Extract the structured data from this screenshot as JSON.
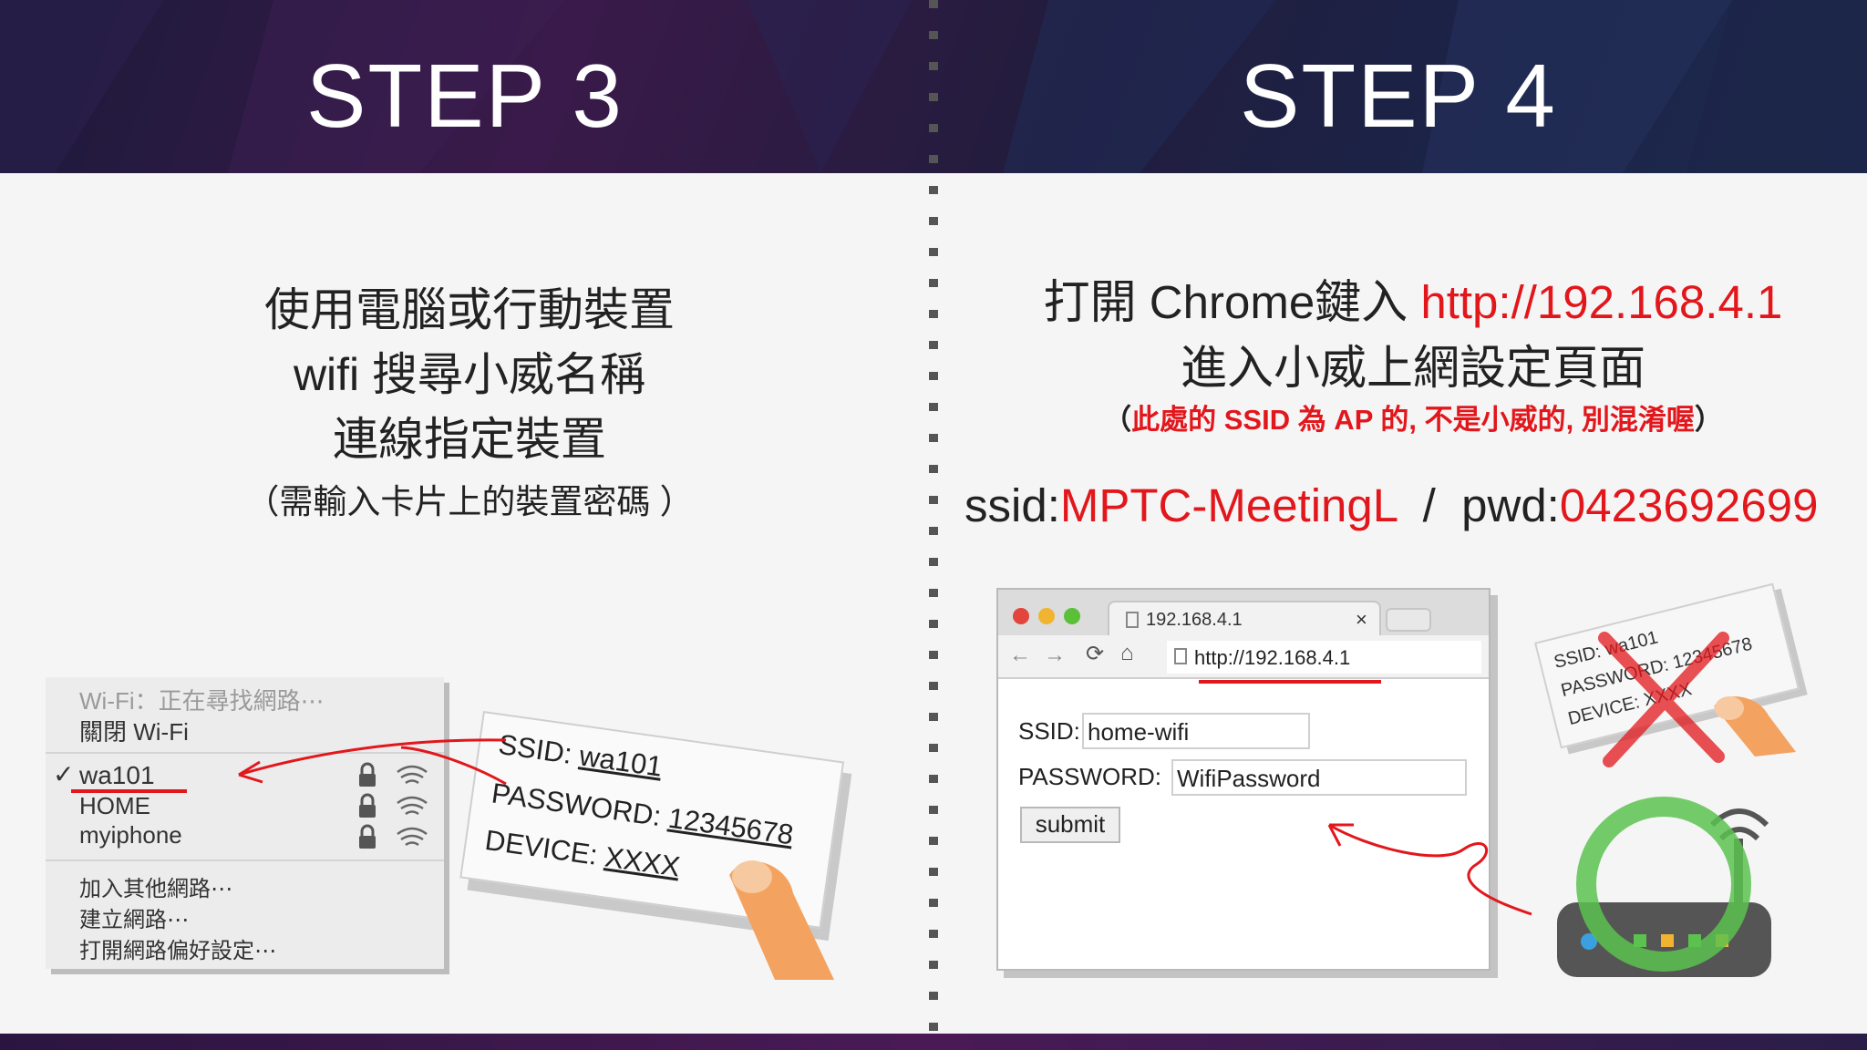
{
  "step3": {
    "title": "STEP 3",
    "line1": "使用電腦或行動裝置",
    "line2": "wifi 搜尋小威名稱",
    "line3": "連線指定裝置",
    "note": "（需輸入卡片上的裝置密碼 ）"
  },
  "step4": {
    "title": "STEP 4",
    "line1_prefix": "打開 Chrome鍵入 ",
    "line1_url": "http://192.168.4.1",
    "line2": "進入小威上網設定頁面",
    "note_open": "（",
    "note_red": "此處的 SSID 為 AP 的, 不是小威的, 別混淆喔",
    "note_close": "）",
    "ssid_label": "ssid:",
    "ssid_value": "MPTC-MeetingL",
    "separator": "  /  ",
    "pwd_label": "pwd:",
    "pwd_value": "0423692699"
  },
  "wifi_menu": {
    "status": "Wi-Fi：正在尋找網路⋯",
    "toggle": "關閉 Wi-Fi",
    "networks": [
      {
        "name": "wa101",
        "selected": true,
        "icons": [
          "lock-icon",
          "wifi-icon"
        ]
      },
      {
        "name": "HOME",
        "selected": false,
        "icons": [
          "lock-icon",
          "wifi-icon"
        ]
      },
      {
        "name": "myiphone",
        "selected": false,
        "icons": [
          "lock-icon",
          "wifi-icon"
        ]
      }
    ],
    "check": "✓",
    "join_other": "加入其他網路⋯",
    "create": "建立網路⋯",
    "prefs": "打開網路偏好設定⋯"
  },
  "card": {
    "ssid_label": "SSID: ",
    "ssid_value": "wa101",
    "password_label": "PASSWORD: ",
    "password_value": "12345678",
    "device_label": "DEVICE: ",
    "device_value": "XXXX"
  },
  "browser": {
    "tab_title": "192.168.4.1",
    "tab_close": "×",
    "address": "http://192.168.4.1",
    "form": {
      "ssid_label": "SSID:",
      "ssid_value": "home-wifi",
      "password_label": "PASSWORD:",
      "password_value": "WifiPassword",
      "submit_label": "submit"
    }
  },
  "card_small": {
    "ssid": "SSID: wa101",
    "password": "PASSWORD: 12345678",
    "device": "DEVICE: XXXX"
  },
  "colors": {
    "accent_red": "#e2171c",
    "ring_green": "#5cc24f",
    "router_gray": "#555555",
    "finger": "#f4a25f"
  }
}
